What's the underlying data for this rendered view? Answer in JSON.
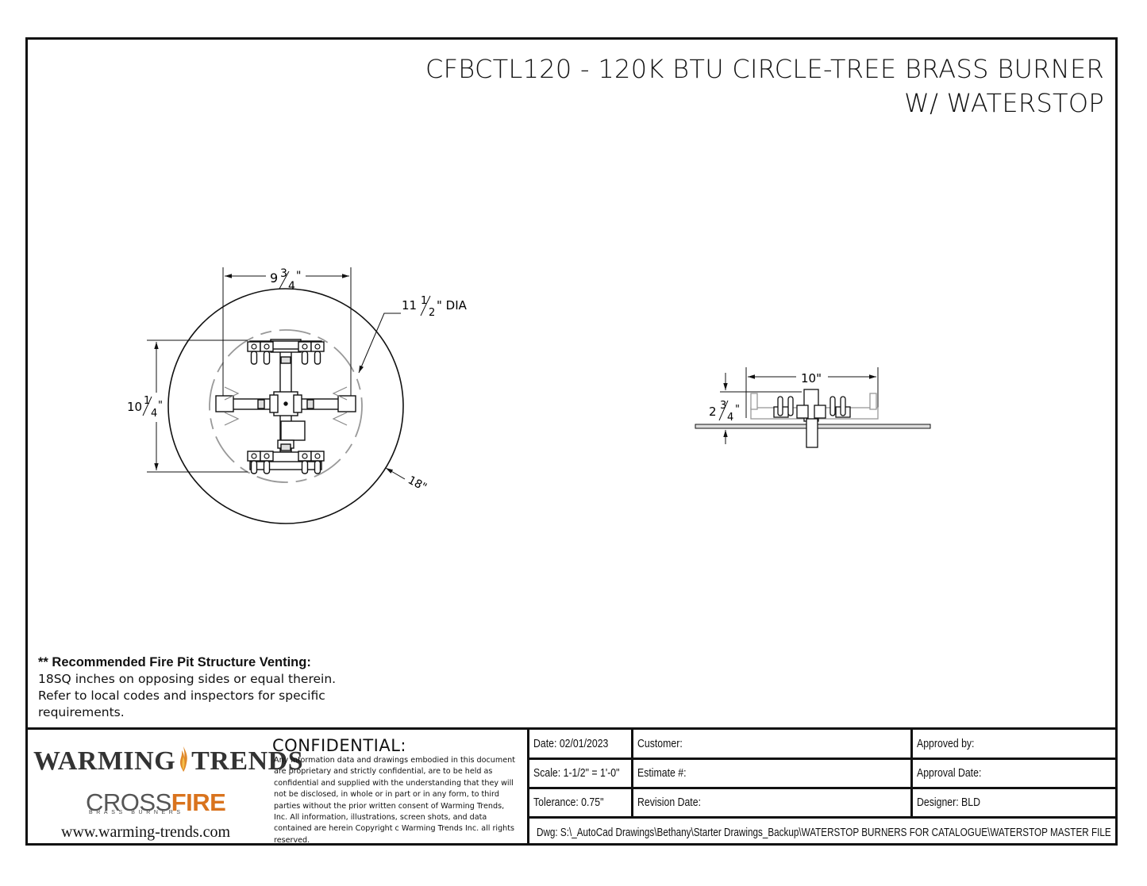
{
  "title": {
    "line1": "CFBCTL120 - 120K BTU CIRCLE-TREE BRASS BURNER",
    "line2": "W/ WATERSTOP"
  },
  "top_view": {
    "dim_width": {
      "whole": "9",
      "num": "3",
      "den": "4",
      "unit": "\""
    },
    "dim_ring": {
      "whole": "11",
      "num": "1",
      "den": "2",
      "unit": "\" DIA"
    },
    "dim_height": {
      "whole": "10",
      "num": "1",
      "den": "4",
      "unit": "\""
    },
    "dim_pan": "18\""
  },
  "side_view": {
    "dim_width": "10\"",
    "dim_height": {
      "whole": "2",
      "num": "3",
      "den": "4",
      "unit": "\""
    }
  },
  "venting_note": {
    "heading": "** Recommended Fire Pit Structure Venting:",
    "line1": "18SQ inches on opposing sides or equal therein.",
    "line2": "Refer to local codes and inspectors for specific",
    "line3": "requirements."
  },
  "logo": {
    "warming": "WARMING",
    "trends": "TRENDS",
    "crossfire_a": "CROSS",
    "crossfire_b": "FIRE",
    "crossfire_sub": "BRASS BURNERS",
    "url": "www.warming-trends.com"
  },
  "confidential": {
    "heading": "CONFIDENTIAL:",
    "body": "Any information data and drawings embodied in this document are proprietary and strictly confidential, are to be held as confidential and supplied with the understanding that they will not be disclosed, in whole or in part or in any form, to third parties without the prior written consent of Warming Trends, Inc. All information, illustrations, screen shots, and data contained are herein Copyright  c  Warming Trends Inc. all rights reserved."
  },
  "title_block": {
    "date": "Date: 02/01/2023",
    "scale": "Scale: 1-1/2\" = 1'-0\"",
    "tolerance": "Tolerance: 0.75\"",
    "customer": "Customer:",
    "estimate": "Estimate #:",
    "revision": "Revision Date:",
    "approved_by": "Approved by:",
    "approval_date": "Approval Date:",
    "designer": "Designer: BLD",
    "dwg": "Dwg: S:\\_AutoCad Drawings\\Bethany\\Starter Drawings_Backup\\WATERSTOP BURNERS FOR CATALOGUE\\WATERSTOP MASTER FILE"
  }
}
